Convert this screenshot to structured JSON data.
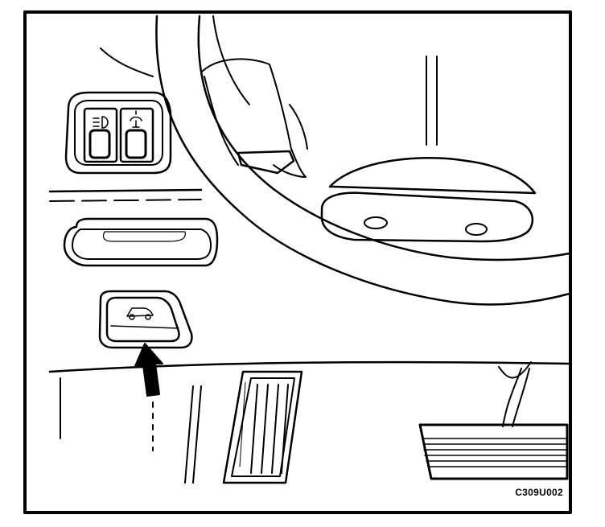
{
  "figure": {
    "code": "C309U002",
    "ink_color": "#000000",
    "paper_color": "#ffffff"
  },
  "elements": [
    {
      "name": "headlamp-switch-icon",
      "kind": "icon"
    },
    {
      "name": "dome-lamp-switch-icon",
      "kind": "icon"
    },
    {
      "name": "hood-release-icon",
      "kind": "icon"
    },
    {
      "name": "pointer-arrow",
      "kind": "callout"
    }
  ]
}
